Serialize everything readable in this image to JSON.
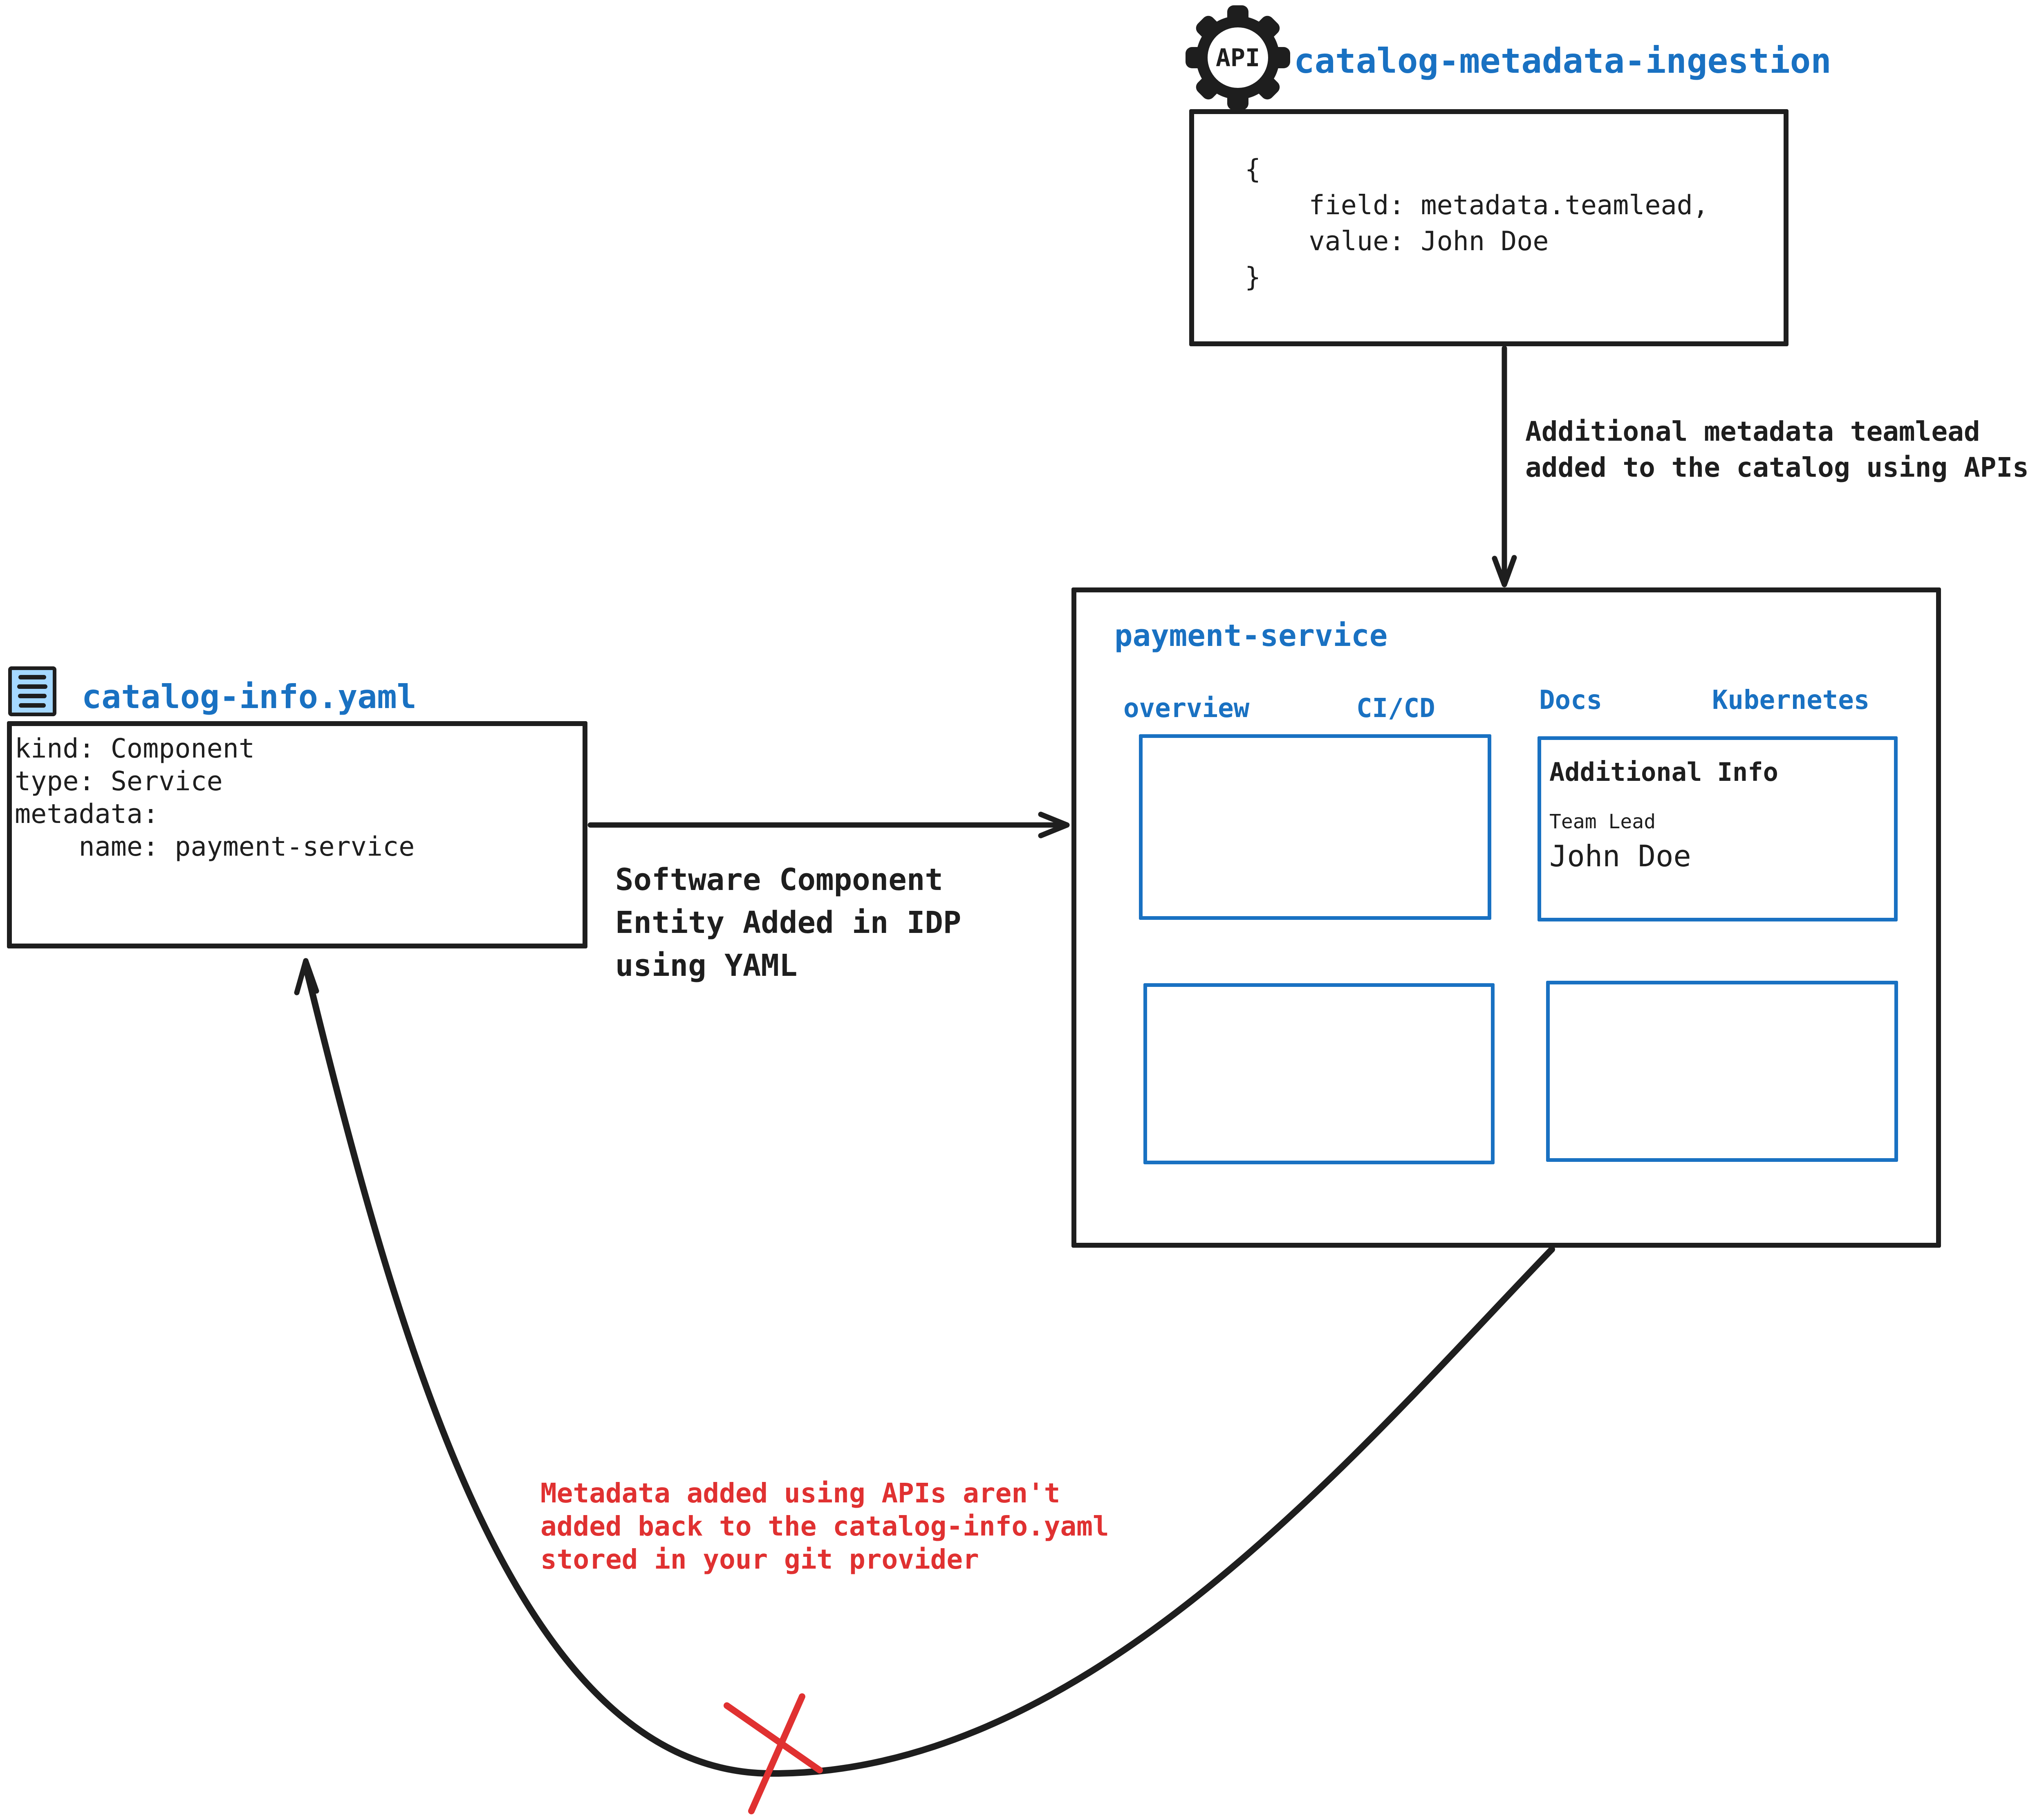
{
  "colors": {
    "accent_blue": "#1971c2",
    "light_blue_fill": "#a5d8ff",
    "ink_black": "#1e1e1e",
    "alert_red": "#e03131"
  },
  "api_ingestion": {
    "icon": "gear-api-icon",
    "icon_label": "API",
    "title": "catalog-metadata-ingestion",
    "code": {
      "lines": [
        "{",
        "    field: metadata.teamlead,",
        "    value: John Doe",
        "}"
      ]
    }
  },
  "api_arrow_note": {
    "lines": [
      "Additional metadata teamlead",
      "added to the catalog using APIs"
    ]
  },
  "payment_service": {
    "title": "payment-service",
    "tabs": [
      "overview",
      "CI/CD",
      "Docs",
      "Kubernetes"
    ],
    "docs_panel": {
      "heading": "Additional Info",
      "field_label": "Team Lead",
      "field_value": "John Doe"
    }
  },
  "catalog_file": {
    "icon": "document-icon",
    "title": "catalog-info.yaml",
    "yaml": {
      "lines": [
        "kind: Component",
        "type: Service",
        "metadata:",
        "    name: payment-service"
      ]
    }
  },
  "yaml_arrow_note": {
    "lines": [
      "Software Component",
      "Entity Added in IDP",
      "using YAML"
    ]
  },
  "feedback_note": {
    "lines": [
      "Metadata added using APIs aren't",
      "added back to the catalog-info.yaml",
      "stored in your git provider"
    ]
  }
}
